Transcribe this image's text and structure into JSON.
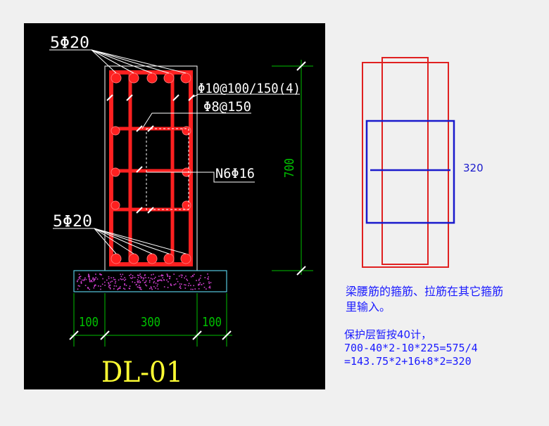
{
  "drawing": {
    "title": "DL-01",
    "labels": {
      "top_bars": "5Φ20",
      "bottom_bars": "5Φ20",
      "stirrup": "Φ10@100/150(4)",
      "tie": "Φ8@150",
      "side_bars": "N6Φ16"
    },
    "dimensions": {
      "height": "700",
      "left": "100",
      "middle": "300",
      "right": "100"
    }
  },
  "sketch": {
    "dimension_label": "320"
  },
  "notes": {
    "line1": "梁腰筋的箍筋、拉筋在其它箍筋",
    "line2": "里输入。",
    "line3": "保护层暂按40计，",
    "line4": "700-40*2-10*225=575/4",
    "line5": "=143.75*2+16+8*2=320"
  },
  "colors": {
    "canvas": "#000000",
    "rebar": "#ff2020",
    "stirrup_outline": "#ff3030",
    "leader": "#ffffff",
    "dimension": "#00c000",
    "title": "#ffff33",
    "footing": "#55c8e0",
    "sketch_red": "#e02020",
    "sketch_blue": "#1a1acc",
    "note_text": "#1a1aff"
  }
}
